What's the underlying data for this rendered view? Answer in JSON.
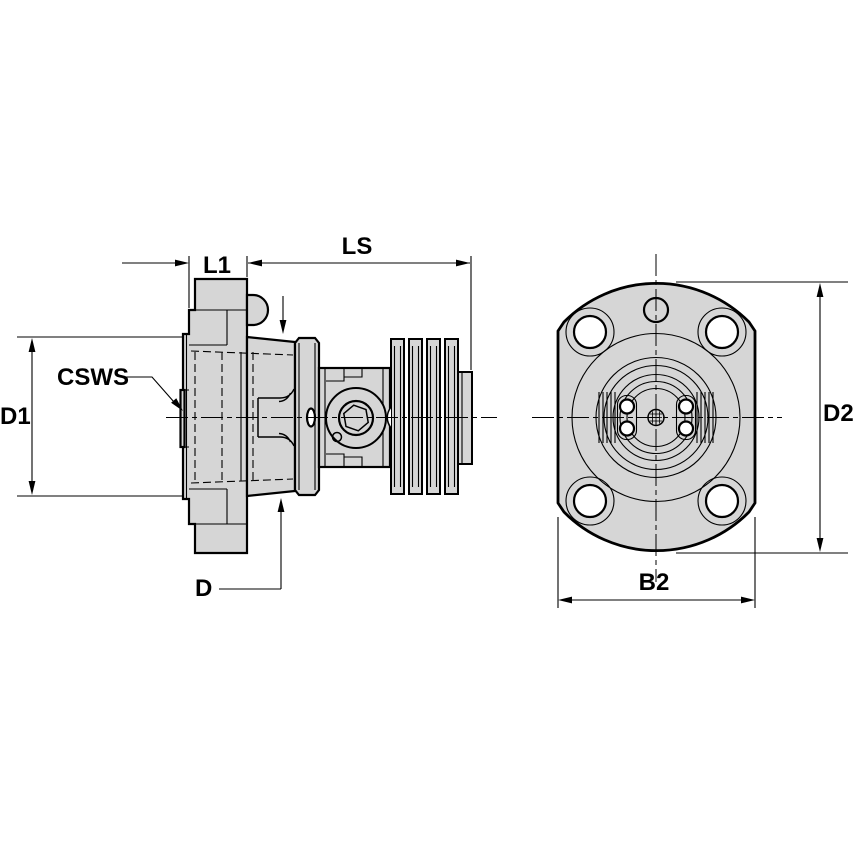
{
  "diagram": {
    "type": "engineering-drawing",
    "side_view": {
      "labels": {
        "l1": "L1",
        "ls": "LS",
        "csws": "CSWS",
        "d1": "D1",
        "d": "D"
      }
    },
    "front_view": {
      "labels": {
        "d2": "D2",
        "b2": "B2"
      }
    },
    "colors": {
      "background": "#ffffff",
      "part_fill": "#d6d6d6",
      "line": "#000000"
    }
  }
}
